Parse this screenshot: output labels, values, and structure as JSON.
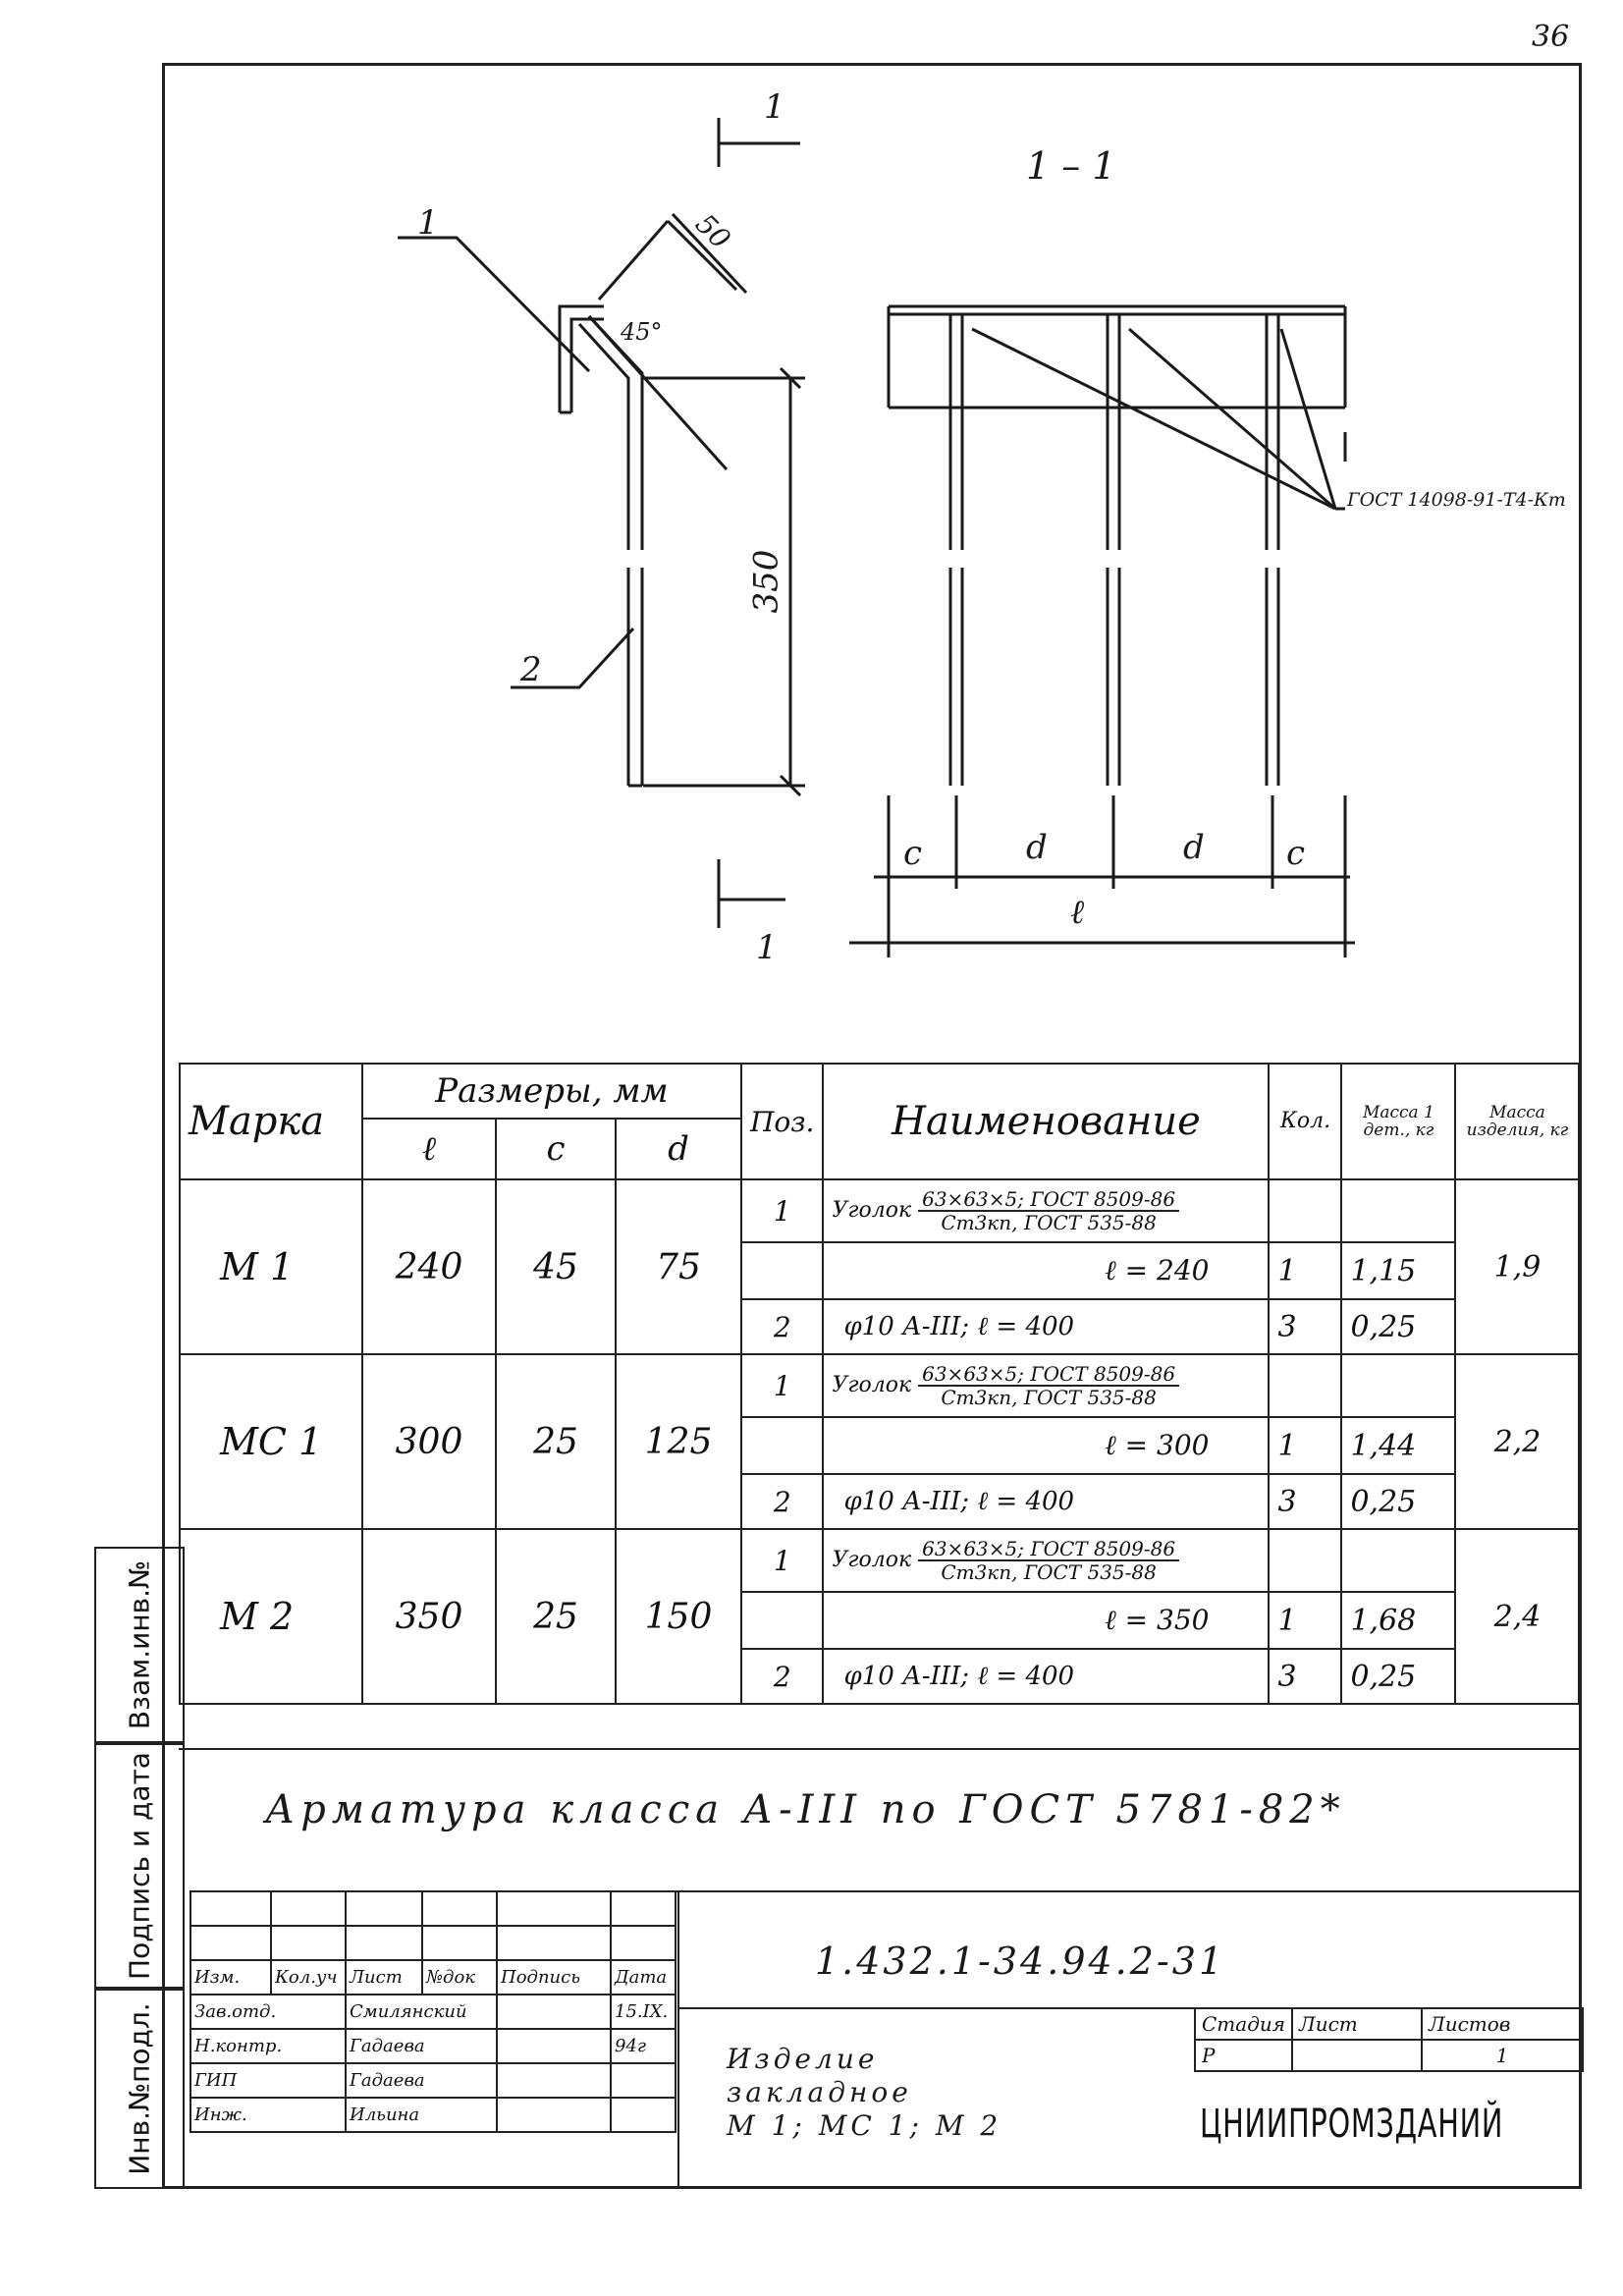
{
  "sheet_number": "36",
  "drawing": {
    "section_mark": "1",
    "section_title": "1 – 1",
    "dim_angle_leg": "50",
    "dim_angle": "45°",
    "dim_height": "350",
    "callout_1": "1",
    "callout_2": "2",
    "weld_note": "ГОСТ 14098-91-Т4-Кт",
    "dim_c": "c",
    "dim_d": "d",
    "dim_l": "ℓ"
  },
  "spec_table": {
    "headers": {
      "mark": "Марка",
      "dims": "Размеры, мм",
      "l": "ℓ",
      "c": "c",
      "d": "d",
      "pos": "Поз.",
      "name": "Наименование",
      "qty": "Кол.",
      "mass_part": "Масса 1 дет., кг",
      "mass_item": "Масса изделия, кг"
    },
    "groups": [
      {
        "mark": "М 1",
        "l": "240",
        "c": "45",
        "d": "75",
        "mass_item": "1,9",
        "rows": [
          {
            "pos": "1",
            "name_pre": "Уголок",
            "name_top": "63×63×5; ГОСТ 8509-86",
            "name_bot": "Ст3кп, ГОСТ 535-88",
            "qty": "",
            "mass": ""
          },
          {
            "pos": "",
            "name_len": "ℓ = 240",
            "qty": "1",
            "mass": "1,15"
          },
          {
            "pos": "2",
            "name": "φ10 А-III; ℓ = 400",
            "qty": "3",
            "mass": "0,25"
          }
        ]
      },
      {
        "mark": "МС 1",
        "l": "300",
        "c": "25",
        "d": "125",
        "mass_item": "2,2",
        "rows": [
          {
            "pos": "1",
            "name_pre": "Уголок",
            "name_top": "63×63×5; ГОСТ 8509-86",
            "name_bot": "Ст3кп, ГОСТ 535-88",
            "qty": "",
            "mass": ""
          },
          {
            "pos": "",
            "name_len": "ℓ = 300",
            "qty": "1",
            "mass": "1,44"
          },
          {
            "pos": "2",
            "name": "φ10 А-III; ℓ = 400",
            "qty": "3",
            "mass": "0,25"
          }
        ]
      },
      {
        "mark": "М 2",
        "l": "350",
        "c": "25",
        "d": "150",
        "mass_item": "2,4",
        "rows": [
          {
            "pos": "1",
            "name_pre": "Уголок",
            "name_top": "63×63×5; ГОСТ 8509-86",
            "name_bot": "Ст3кп, ГОСТ 535-88",
            "qty": "",
            "mass": ""
          },
          {
            "pos": "",
            "name_len": "ℓ = 350",
            "qty": "1",
            "mass": "1,68"
          },
          {
            "pos": "2",
            "name": "φ10 А-III; ℓ = 400",
            "qty": "3",
            "mass": "0,25"
          }
        ]
      }
    ]
  },
  "note": "Арматура класса А-III по ГОСТ 5781-82*",
  "side_stamp": {
    "inv_orig": "Инв.№подл.",
    "sign_date": "Подпись и дата",
    "inv_replace": "Взам.инв.№"
  },
  "title_block": {
    "doc_code": "1.432.1-34.94.2-31",
    "headers": [
      "Изм.",
      "Кол.уч",
      "Лист",
      "№док",
      "Подпись",
      "Дата"
    ],
    "staff": [
      {
        "role": "Зав.отд.",
        "name": "Смилянский",
        "date": "15.IX."
      },
      {
        "role": "Н.контр.",
        "name": "Гадаева",
        "date": "94г"
      },
      {
        "role": "ГИП",
        "name": "Гадаева",
        "date": ""
      },
      {
        "role": "Инж.",
        "name": "Ильина",
        "date": ""
      }
    ],
    "title_lines": [
      "Изделие",
      "закладное",
      "М 1; МС 1; М 2"
    ],
    "stage_headers": [
      "Стадия",
      "Лист",
      "Листов"
    ],
    "stage_values": [
      "Р",
      "",
      "1"
    ],
    "organization": "ЦНИИПРОМЗДАНИЙ"
  }
}
